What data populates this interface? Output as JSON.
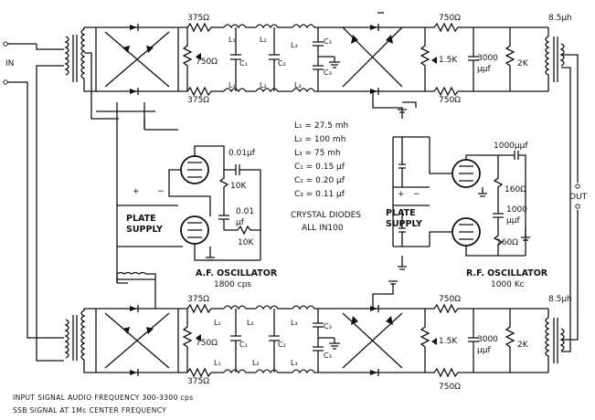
{
  "input_label": "IN",
  "output_label": "OUT",
  "top_section": {
    "res_upper": "375Ω",
    "res_lower": "375Ω",
    "res_center": "750Ω",
    "l1_upper": "L₁",
    "l1_lower": "L₁",
    "c1": "C₁",
    "l2_upper": "L₂",
    "l2_lower": "L₂",
    "c2": "C₂",
    "l3_upper": "L₃",
    "l3_lower": "L₃",
    "c3_upper": "C₃",
    "c3_lower": "C₃",
    "res_right_upper": "750Ω",
    "res_right_lower": "750Ω",
    "pot": "1.5K",
    "cap_3000a": "3000",
    "cap_3000b": "μμf",
    "res_2k": "2K",
    "inductor": "8.5μh"
  },
  "bottom_section": {
    "res_upper": "375Ω",
    "res_lower": "375Ω",
    "res_center": "750Ω",
    "l1_upper": "L₁",
    "l1_lower": "L₁",
    "c1": "C₁",
    "l2_upper": "L₂",
    "l2_lower": "L₂",
    "c2": "C₂",
    "l3_upper": "L₃",
    "l3_lower": "L₃",
    "c3_upper": "C₃",
    "c3_lower": "C₃",
    "res_right_upper": "750Ω",
    "res_right_lower": "750Ω",
    "pot": "1.5K",
    "cap_3000a": "3000",
    "cap_3000b": "μμf",
    "res_2k": "2K",
    "inductor": "8.5μh"
  },
  "component_values": [
    "L₁ = 27.5 mh",
    "L₂ = 100  mh",
    "L₃ = 75   mh",
    "C₁ = 0.15 μf",
    "C₂ = 0.20 μf",
    "C₃ = 0.11 μf"
  ],
  "diodes_note_1": "CRYSTAL DIODES",
  "diodes_note_2": "ALL IN100",
  "af_osc": {
    "plate_1": "PLATE",
    "plate_2": "SUPPLY",
    "plus": "+",
    "minus": "−",
    "cap_01": "0.01μf",
    "res_10k_a": "10K",
    "cap_001a": "0.01",
    "cap_001b": "μf",
    "res_10k_b": "10K",
    "title": "A.F. OSCILLATOR",
    "freq": "1800 cps"
  },
  "rf_osc": {
    "plate_1": "PLATE",
    "plate_2": "SUPPLY",
    "plus": "+",
    "minus": "−",
    "cap_1000": "1000μμf",
    "res_160_a": "160Ω",
    "cap_1000b_a": "1000",
    "cap_1000b_b": "μμf",
    "res_160_b": "160Ω",
    "title": "R.F. OSCILLATOR",
    "freq": "1000 Kc"
  },
  "footnote_1": "INPUT SIGNAL AUDIO FREQUENCY 300-3300 cps",
  "footnote_2": "SSB SIGNAL AT 1Mc CENTER FREQUENCY"
}
